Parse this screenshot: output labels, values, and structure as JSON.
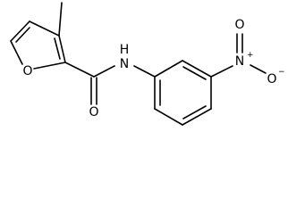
{
  "molecule": {
    "atoms": {
      "furan_oxygen": "O",
      "carbonyl_oxygen": "O",
      "amide_nitrogen": "N",
      "amide_hydrogen": "H",
      "nitro_nitrogen": "N",
      "nitro_nitrogen_charge": "+",
      "nitro_oxygen_top": "O",
      "nitro_oxygen_right": "O",
      "nitro_oxygen_charge": "−"
    }
  }
}
